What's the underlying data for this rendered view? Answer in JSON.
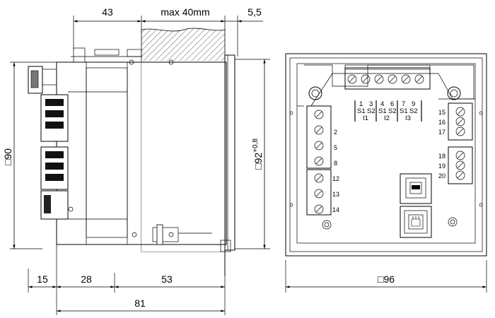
{
  "dimensions": {
    "top_left": "43",
    "top_middle": "max 40mm",
    "top_right": "5,5",
    "left_height": "90",
    "mid_height_base": "92",
    "mid_height_tol": "+0,8",
    "bottom_15": "15",
    "bottom_28": "28",
    "bottom_53": "53",
    "bottom_81": "81",
    "front_width": "96"
  },
  "square_symbol": "□",
  "terminals": {
    "top_numbers": [
      "1",
      "3",
      "4",
      "6",
      "7",
      "9"
    ],
    "top_labels": [
      "S1",
      "S2",
      "S1",
      "S2",
      "S1",
      "S2"
    ],
    "phase_labels": [
      "I1",
      "I2",
      "I3"
    ],
    "left_numbers": [
      "2",
      "5",
      "8",
      "12",
      "13",
      "14"
    ],
    "right_numbers": [
      "15",
      "16",
      "17",
      "18",
      "19",
      "20"
    ]
  }
}
